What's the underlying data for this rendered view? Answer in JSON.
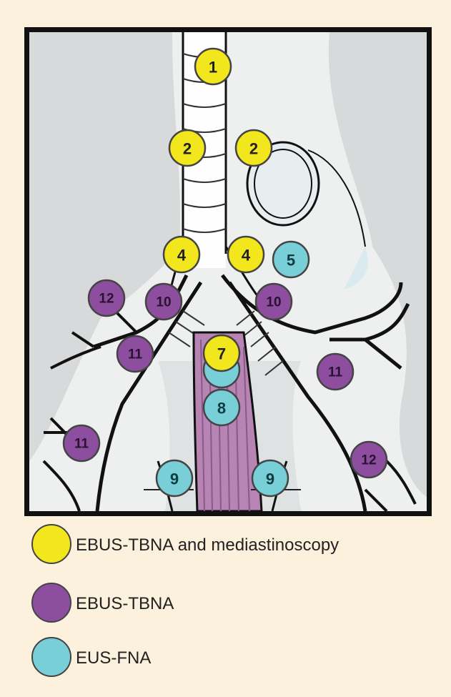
{
  "colors": {
    "page_background": "#fbf1dc",
    "ebus_tbna_and_mediastinoscopy": "#f2e61c",
    "ebus_tbna": "#8d4ea0",
    "eus_fna": "#78cfd8",
    "esophagus": "#b784b3",
    "outline": "#111111"
  },
  "stations": [
    {
      "label": "1",
      "group": "yellow"
    },
    {
      "label": "2",
      "group": "yellow"
    },
    {
      "label": "2",
      "group": "yellow"
    },
    {
      "label": "4",
      "group": "yellow"
    },
    {
      "label": "4",
      "group": "yellow"
    },
    {
      "label": "5",
      "group": "cyan"
    },
    {
      "label": "7",
      "group": "yellow"
    },
    {
      "label": "",
      "group": "cyan"
    },
    {
      "label": "8",
      "group": "cyan"
    },
    {
      "label": "9",
      "group": "cyan"
    },
    {
      "label": "9",
      "group": "cyan"
    },
    {
      "label": "10",
      "group": "purple"
    },
    {
      "label": "10",
      "group": "purple"
    },
    {
      "label": "11",
      "group": "purple"
    },
    {
      "label": "11",
      "group": "purple"
    },
    {
      "label": "11",
      "group": "purple"
    },
    {
      "label": "12",
      "group": "purple"
    },
    {
      "label": "12",
      "group": "purple"
    }
  ],
  "legend": [
    {
      "label": "EBUS-TBNA and mediastinoscopy",
      "color": "#f2e61c"
    },
    {
      "label": "EBUS-TBNA",
      "color": "#8d4ea0"
    },
    {
      "label": "EUS-FNA",
      "color": "#78cfd8"
    }
  ]
}
